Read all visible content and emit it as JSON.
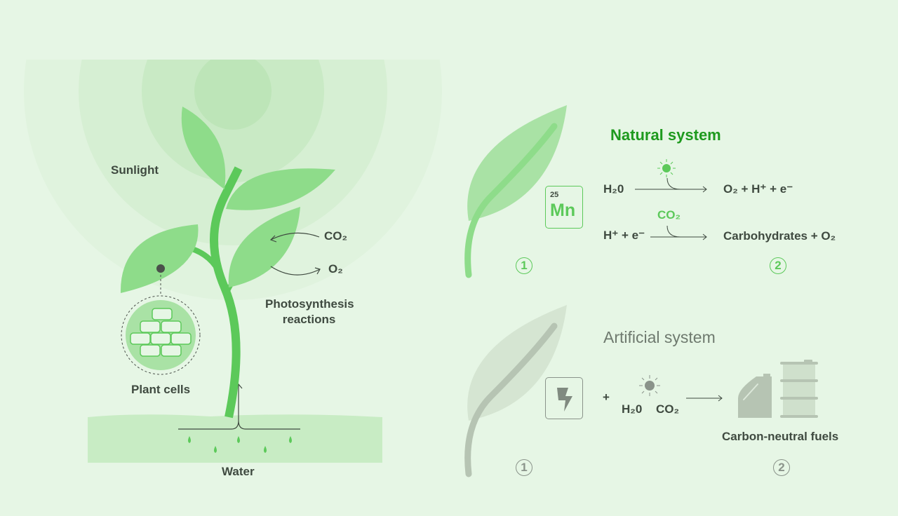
{
  "left": {
    "sunlight": "Sunlight",
    "co2": "CO₂",
    "o2": "O₂",
    "photosynthesis": [
      "Photosynthesis",
      "reactions"
    ],
    "plant_cells": "Plant cells",
    "water": "Water"
  },
  "natural": {
    "title": "Natural system",
    "element_number": "25",
    "element_symbol": "Mn",
    "eq1_left": "H₂0",
    "eq1_right": "O₂  +  H⁺  +  e⁻",
    "eq2_left": "H⁺ +  e⁻",
    "eq2_catalyst": "CO₂",
    "eq2_right": "Carbohydrates  +  O₂",
    "step1": "1",
    "step2": "2"
  },
  "artificial": {
    "title": "Artificial system",
    "plus": "+",
    "h2o": "H₂0",
    "co2": "CO₂",
    "product": "Carbon-neutral fuels",
    "step1": "1",
    "step2": "2"
  },
  "colors": {
    "background": "#e6f6e5",
    "natural_title": "#1e9a1e",
    "leaf_light": "#8edc8a",
    "stem": "#5cc95a",
    "artificial_gray": "#b6c4b3"
  }
}
